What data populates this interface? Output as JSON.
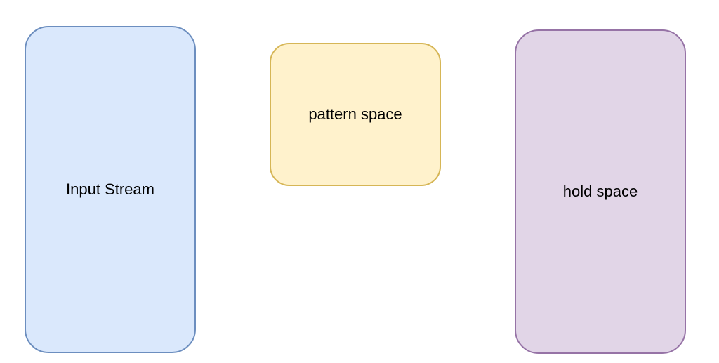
{
  "diagram": {
    "nodes": [
      {
        "id": "input_stream",
        "label": "Input Stream",
        "fill": "#dae8fc",
        "stroke": "#6c8ebf"
      },
      {
        "id": "pattern_space",
        "label": "pattern space",
        "fill": "#fff2cc",
        "stroke": "#d6b656"
      },
      {
        "id": "hold_space",
        "label": "hold space",
        "fill": "#e1d5e7",
        "stroke": "#9673a6"
      }
    ]
  }
}
